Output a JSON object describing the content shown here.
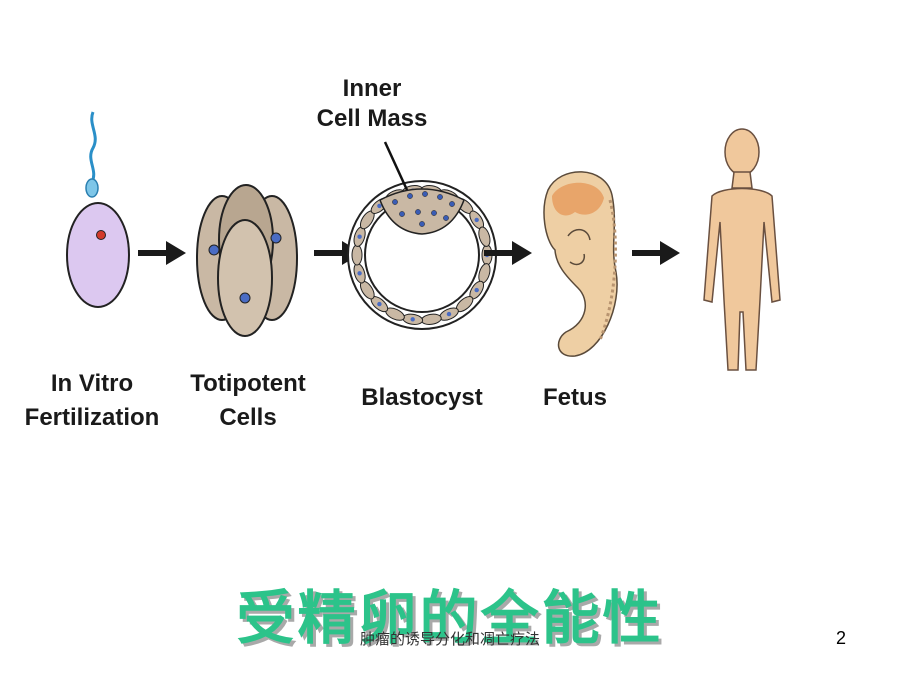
{
  "diagram": {
    "stages": [
      {
        "id": "ivf",
        "label_lines": [
          "In Vitro",
          "Fertilization"
        ]
      },
      {
        "id": "totipotent",
        "label_lines": [
          "Totipotent",
          "Cells"
        ]
      },
      {
        "id": "blastocyst",
        "label_lines": [
          "Blastocyst"
        ]
      },
      {
        "id": "fetus",
        "label_lines": [
          "Fetus"
        ]
      },
      {
        "id": "human",
        "label_lines": []
      }
    ],
    "annotation": {
      "label_lines": [
        "Inner",
        "Cell Mass"
      ]
    },
    "colors": {
      "egg": "#dcc8f0",
      "cells": "#c9b8a4",
      "nucleus": "#4a6cc4",
      "fetus": "#eecfa4",
      "human": "#f0c89c",
      "arrow": "#1a1a1a"
    }
  },
  "title": "受精卵的全能性",
  "footer": {
    "text": "肿瘤的诱导分化和凋亡疗法",
    "page": "2"
  }
}
